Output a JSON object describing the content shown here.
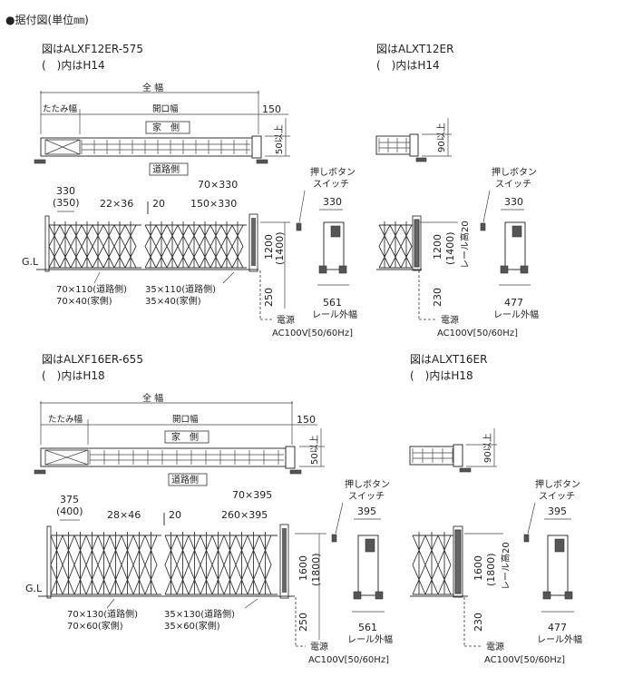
{
  "header": {
    "title": "●据付図(単位㎜)"
  },
  "sections": {
    "a": {
      "caption": "図はALXF12ER-575",
      "note": "(　)内はH14",
      "w_total": "全 幅",
      "w_fold": "たたみ幅",
      "w_open": "開口幅",
      "w_150": "150",
      "house": "家　側",
      "road": "道路側",
      "h_50": "50以上",
      "d_330": "330",
      "d_350": "(350)",
      "d_22x36": "22×36",
      "d_20": "20",
      "d_70x330": "70×330",
      "d_150x330": "150×330",
      "gl": "G.L",
      "h_1200": "1200",
      "h_1400": "(1400)",
      "h_250": "250",
      "leg1": "70×110(道路側)",
      "leg2": "70×40(家側)",
      "leg3": "35×110(道路側)",
      "leg4": "35×40(家側)",
      "push1": "押しボタン",
      "push2": "スイッチ",
      "w_330b": "330",
      "w_561": "561",
      "rail": "レール外幅",
      "power": "電源",
      "ac": "AC100V[50/60Hz]"
    },
    "b": {
      "caption": "図はALXT12ER",
      "note": "(　)内はH14",
      "h_90": "90以上",
      "h_1200": "1200",
      "h_1400": "(1400)",
      "rail20": "レール高20",
      "h_230": "230",
      "push1": "押しボタン",
      "push2": "スイッチ",
      "w_330": "330",
      "w_477": "477",
      "rail": "レール外幅",
      "power": "電源",
      "ac": "AC100V[50/60Hz]"
    },
    "c": {
      "caption": "図はALXF16ER-655",
      "note": "(　)内はH18",
      "w_total": "全 幅",
      "w_fold": "たたみ幅",
      "w_open": "開口幅",
      "w_150": "150",
      "house": "家　側",
      "road": "道路側",
      "h_50": "50以上",
      "d_375": "375",
      "d_400": "(400)",
      "d_28x46": "28×46",
      "d_20": "20",
      "d_70x395": "70×395",
      "d_260x395": "260×395",
      "gl": "G.L",
      "h_1600": "1600",
      "h_1800": "(1800)",
      "h_250": "250",
      "leg1": "70×130(道路側)",
      "leg2": "70×60(家側)",
      "leg3": "35×130(道路側)",
      "leg4": "35×60(家側)",
      "push1": "押しボタン",
      "push2": "スイッチ",
      "w_395b": "395",
      "w_561": "561",
      "rail": "レール外幅",
      "power": "電源",
      "ac": "AC100V[50/60Hz]"
    },
    "d": {
      "caption": "図はALXT16ER",
      "note": "(　)内はH18",
      "h_90": "90以上",
      "h_1600": "1600",
      "h_1800": "(1800)",
      "rail20": "レール高20",
      "h_230": "230",
      "push1": "押しボタン",
      "push2": "スイッチ",
      "w_395": "395",
      "w_477": "477",
      "rail": "レール外幅",
      "power": "電源",
      "ac": "AC100V[50/60Hz]"
    }
  }
}
